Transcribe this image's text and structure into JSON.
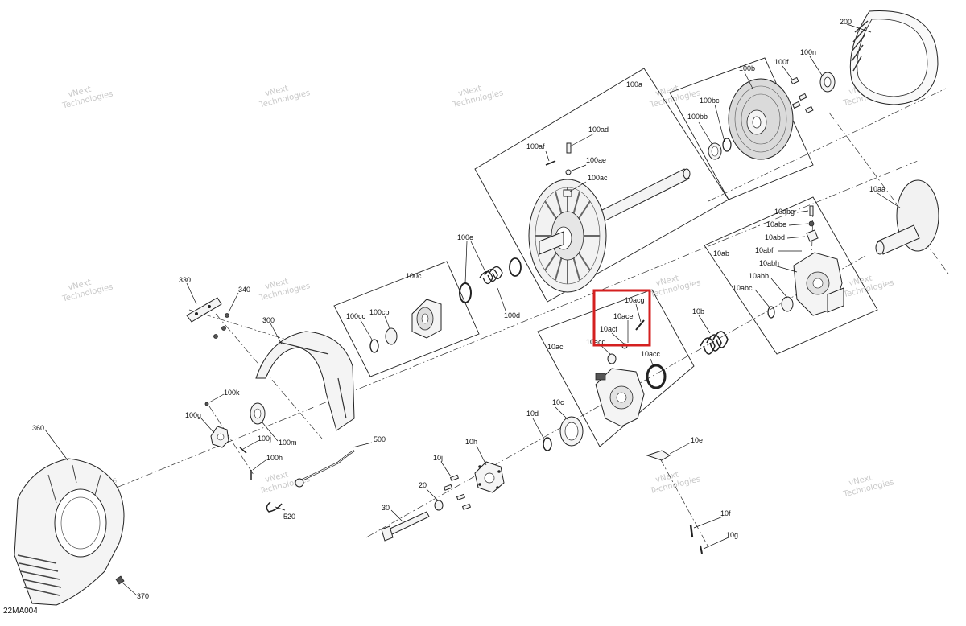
{
  "diagram": {
    "code": "22MA004",
    "watermark": {
      "line1": "vNext",
      "line2": "Technologies"
    },
    "highlight_color": "#d42020",
    "labels": {
      "l200": "200",
      "l100n": "100n",
      "l100f": "100f",
      "l100b": "100b",
      "l100bc": "100bc",
      "l100bb": "100bb",
      "l100a": "100a",
      "l100ad": "100ad",
      "l100af": "100af",
      "l100ae": "100ae",
      "l100ac": "100ac",
      "l10aa": "10aa",
      "l10abg": "10abg",
      "l10abe": "10abe",
      "l10abd": "10abd",
      "l10abf": "10abf",
      "l10ab": "10ab",
      "l10abh": "10abh",
      "l10abb": "10abb",
      "l10abc": "10abc",
      "l100e": "100e",
      "l100c": "100c",
      "l100d": "100d",
      "l100cc": "100cc",
      "l100cb": "100cb",
      "l330": "330",
      "l340": "340",
      "l300": "300",
      "l10acg": "10acg",
      "l10ace": "10ace",
      "l10acf": "10acf",
      "l10ac": "10ac",
      "l10acd": "10acd",
      "l10acc": "10acc",
      "l10b": "10b",
      "l100k": "100k",
      "l100g": "100g",
      "l100m": "100m",
      "l100j": "100j",
      "l100h": "100h",
      "l10d": "10d",
      "l10c": "10c",
      "l500": "500",
      "l10h": "10h",
      "l10e": "10e",
      "l10j": "10j",
      "l20": "20",
      "l30": "30",
      "l520": "520",
      "l10f": "10f",
      "l10g": "10g",
      "l360": "360",
      "l370": "370"
    }
  }
}
